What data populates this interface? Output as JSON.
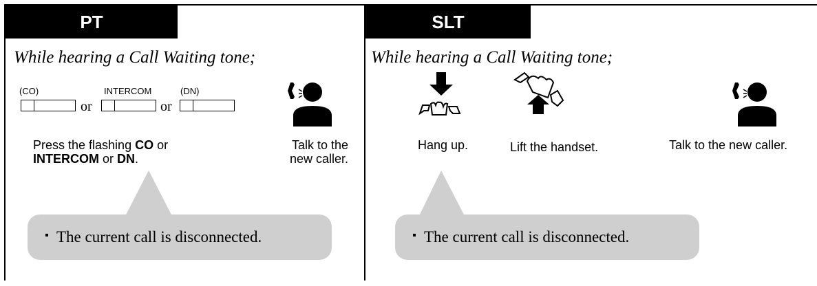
{
  "pt": {
    "tab": "PT",
    "intro": "While hearing a Call Waiting tone;",
    "label_co": "(CO)",
    "label_intercom": "INTERCOM",
    "label_dn": "(DN)",
    "or1": "or",
    "or2": "or",
    "caption_press_1": "Press the flashing ",
    "caption_press_co": "CO",
    "caption_press_2": " or",
    "caption_press_intercom": "INTERCOM",
    "caption_press_3": " or ",
    "caption_press_dn": "DN",
    "caption_press_4": ".",
    "caption_talk_line1": "Talk to the",
    "caption_talk_line2": "new caller.",
    "note": "The current call is disconnected."
  },
  "slt": {
    "tab": "SLT",
    "intro": "While hearing a Call Waiting tone;",
    "caption_hangup": "Hang up.",
    "caption_lift": "Lift the handset.",
    "caption_talk": "Talk to the new caller.",
    "note": "The current call is disconnected."
  },
  "icons": [
    "button-box-icon",
    "talking-person-icon",
    "hang-up-icon",
    "lift-handset-icon"
  ],
  "colors": {
    "tab_bg": "#000000",
    "bubble_bg": "#cfcfcf"
  }
}
